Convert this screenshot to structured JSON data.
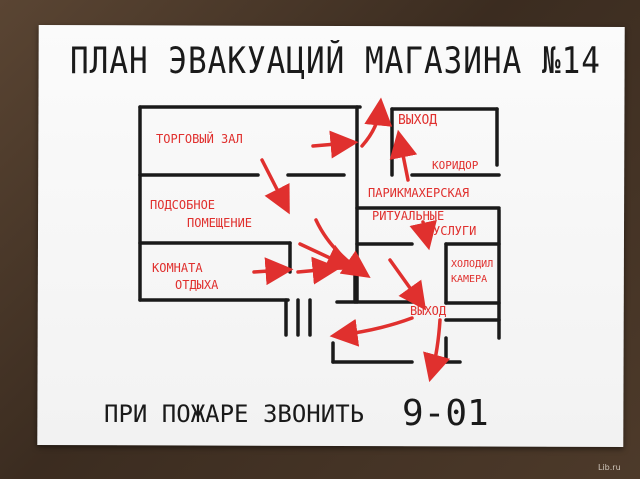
{
  "sign": {
    "title": "ПЛАН ЭВАКУАЦИЙ МАГАЗИНА №14",
    "rooms": {
      "trade_hall": "ТОРГОВЫЙ ЗАЛ",
      "exit_top": "ВЫХОД",
      "corridor": "КОРИДОР",
      "barbershop": "ПАРИКМАХЕРСКАЯ",
      "utility_room_1": "ПОДСОБНОЕ",
      "utility_room_2": "ПОМЕЩЕНИЕ",
      "funeral_1": "РИТУАЛЬНЫЕ",
      "funeral_2": "УСЛУГИ",
      "cold_1": "ХОЛОДИЛ",
      "cold_2": "КАМЕРА",
      "rest_1": "КОМНАТА",
      "rest_2": "ОТДЫХА",
      "exit_bottom": "ВЫХОД"
    },
    "footer": "ПРИ ПОЖАРЕ ЗВОНИТЬ",
    "phone": "9-01"
  },
  "watermark": "Lib.ru",
  "colors": {
    "ink": "#1a1a1a",
    "arrow": "#e0302e",
    "paper": "#f7f7f7",
    "wall": "#4a3a2c"
  }
}
